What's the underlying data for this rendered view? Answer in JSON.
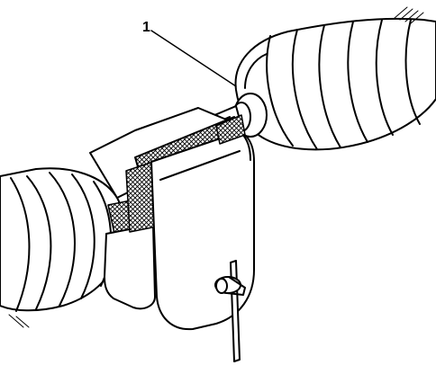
{
  "callout": {
    "label": "1"
  },
  "colors": {
    "line": "#000000",
    "fill": "#ffffff",
    "mesh": "#000000"
  },
  "parts": [
    "boot-left",
    "boot-right",
    "clamp-tool",
    "shaft",
    "t-handle-pin",
    "callout-leader"
  ]
}
